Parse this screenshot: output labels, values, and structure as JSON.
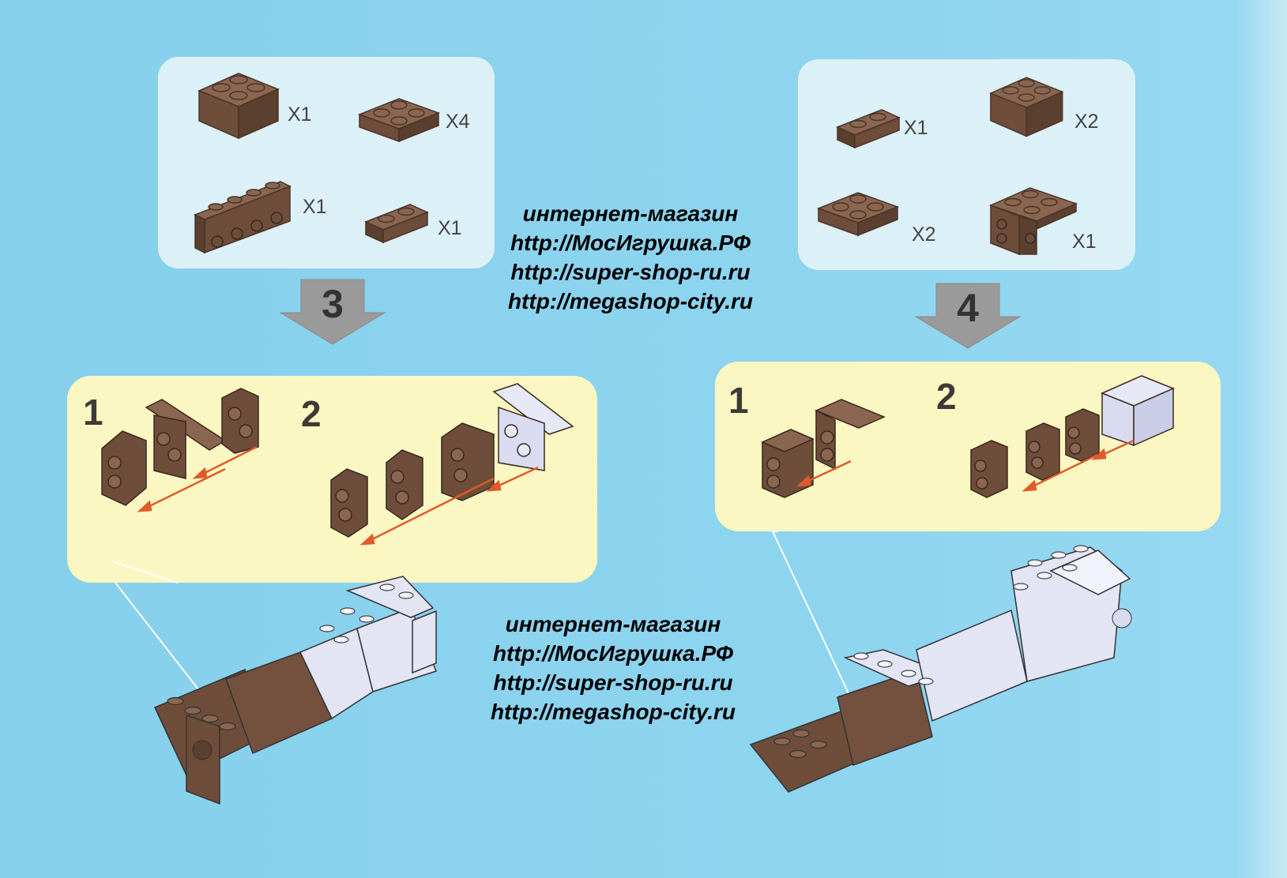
{
  "colors": {
    "background": "#8dd4ef",
    "parts_panel": "#dcf0f7",
    "step_panel": "#fbf7c2",
    "brick_brown": "#73513e",
    "brick_light": "#d9dcf0",
    "guide_arrow": "#e05a2a"
  },
  "step3": {
    "number": "3",
    "parts": [
      {
        "icon": "brick-2x2-icon",
        "qty": "X1"
      },
      {
        "icon": "plate-2x2-icon",
        "qty": "X4"
      },
      {
        "icon": "bracket-1x4-icon",
        "qty": "X1"
      },
      {
        "icon": "plate-1x2-icon",
        "qty": "X1"
      }
    ],
    "substeps": [
      "1",
      "2"
    ]
  },
  "step4": {
    "number": "4",
    "parts": [
      {
        "icon": "plate-1x2-icon",
        "qty": "X1"
      },
      {
        "icon": "brick-2x2-icon",
        "qty": "X2"
      },
      {
        "icon": "plate-2x2-icon",
        "qty": "X2"
      },
      {
        "icon": "bracket-2x2-icon",
        "qty": "X1"
      }
    ],
    "substeps": [
      "1",
      "2"
    ]
  },
  "watermark": {
    "line1": "интернет-магазин",
    "line2": "http://МосИгрушка.РФ",
    "line3": "http://super-shop-ru.ru",
    "line4": "http://megashop-city.ru"
  }
}
